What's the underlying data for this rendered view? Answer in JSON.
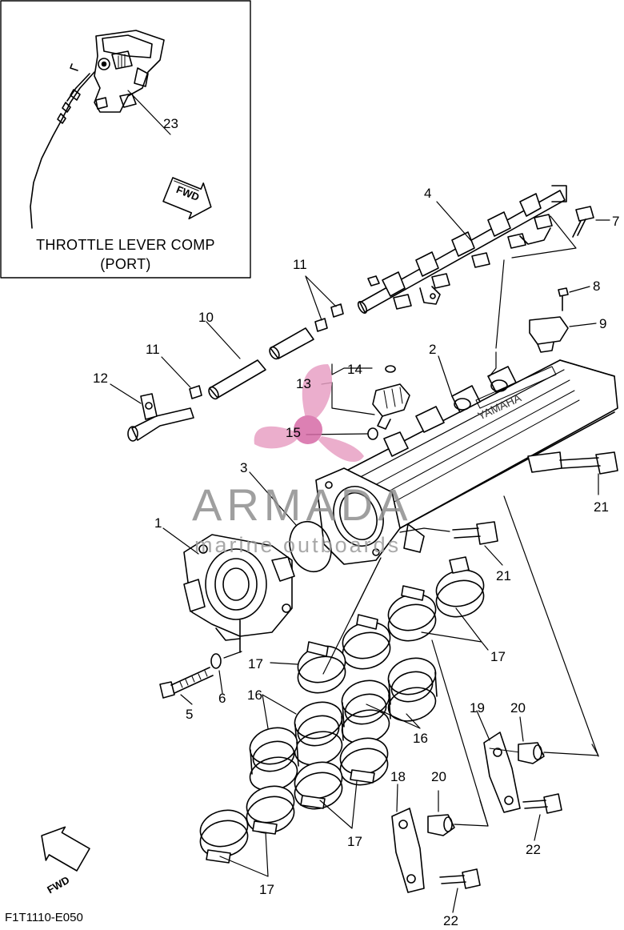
{
  "inset": {
    "title_line1": "THROTTLE LEVER COMP",
    "title_line2": "(PORT)"
  },
  "fwd_label": "FWD",
  "watermark": {
    "brand": "ARMADA",
    "tagline": "marine outboards",
    "color": "#e8a0c4"
  },
  "diagram_code": "F1T1110-E050",
  "callouts": {
    "c1": "1",
    "c2": "2",
    "c3": "3",
    "c4": "4",
    "c5": "5",
    "c6": "6",
    "c7": "7",
    "c8": "8",
    "c9": "9",
    "c10": "10",
    "c11a": "11",
    "c11b": "11",
    "c12": "12",
    "c13": "13",
    "c14": "14",
    "c15": "15",
    "c16a": "16",
    "c16b": "16",
    "c17a": "17",
    "c17b": "17",
    "c17c": "17",
    "c17d": "17",
    "c18": "18",
    "c19": "19",
    "c20a": "20",
    "c20b": "20",
    "c21a": "21",
    "c21b": "21",
    "c22a": "22",
    "c22b": "22",
    "c23": "23"
  }
}
